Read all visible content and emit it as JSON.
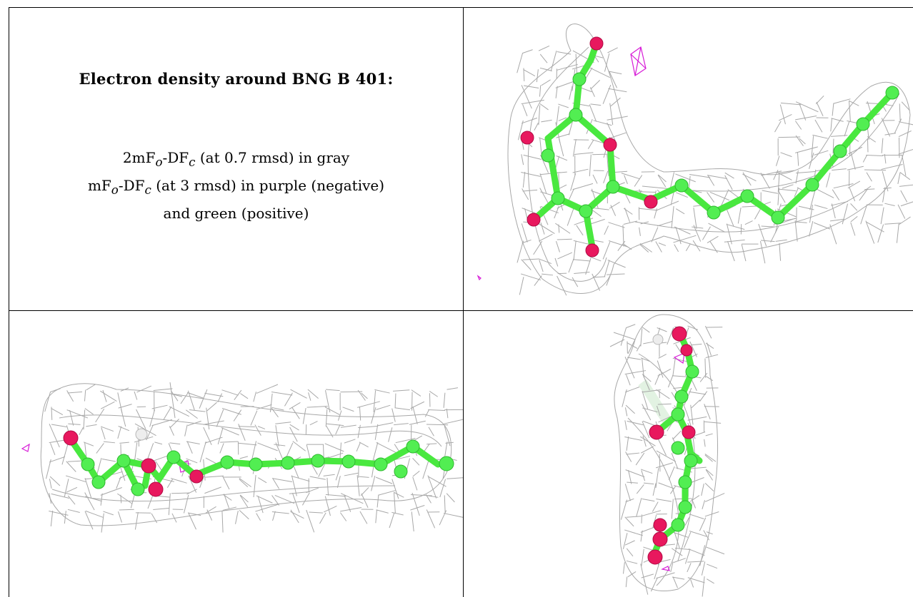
{
  "legend": {
    "title": "Electron density around BNG B 401:",
    "map1": {
      "prefix": "2mF",
      "sub1": "o",
      "mid": "-DF",
      "sub2": "c",
      "suffix": " (at 0.7 rmsd) in gray"
    },
    "map2": {
      "prefix": "mF",
      "sub1": "o",
      "mid": "-DF",
      "sub2": "c",
      "suffix": " (at 3 rmsd) in purple (negative)"
    },
    "map2_cont": "and green (positive)"
  },
  "colors": {
    "carbon": "#52ee52",
    "oxygen": "#e8185e",
    "hydrogen": "#ededed",
    "mesh": "#a8a8a8",
    "negative_density": "#d71bd7",
    "positive_density": "#49e83f"
  },
  "views": [
    "view-top-right",
    "view-bottom-left",
    "view-bottom-right"
  ]
}
